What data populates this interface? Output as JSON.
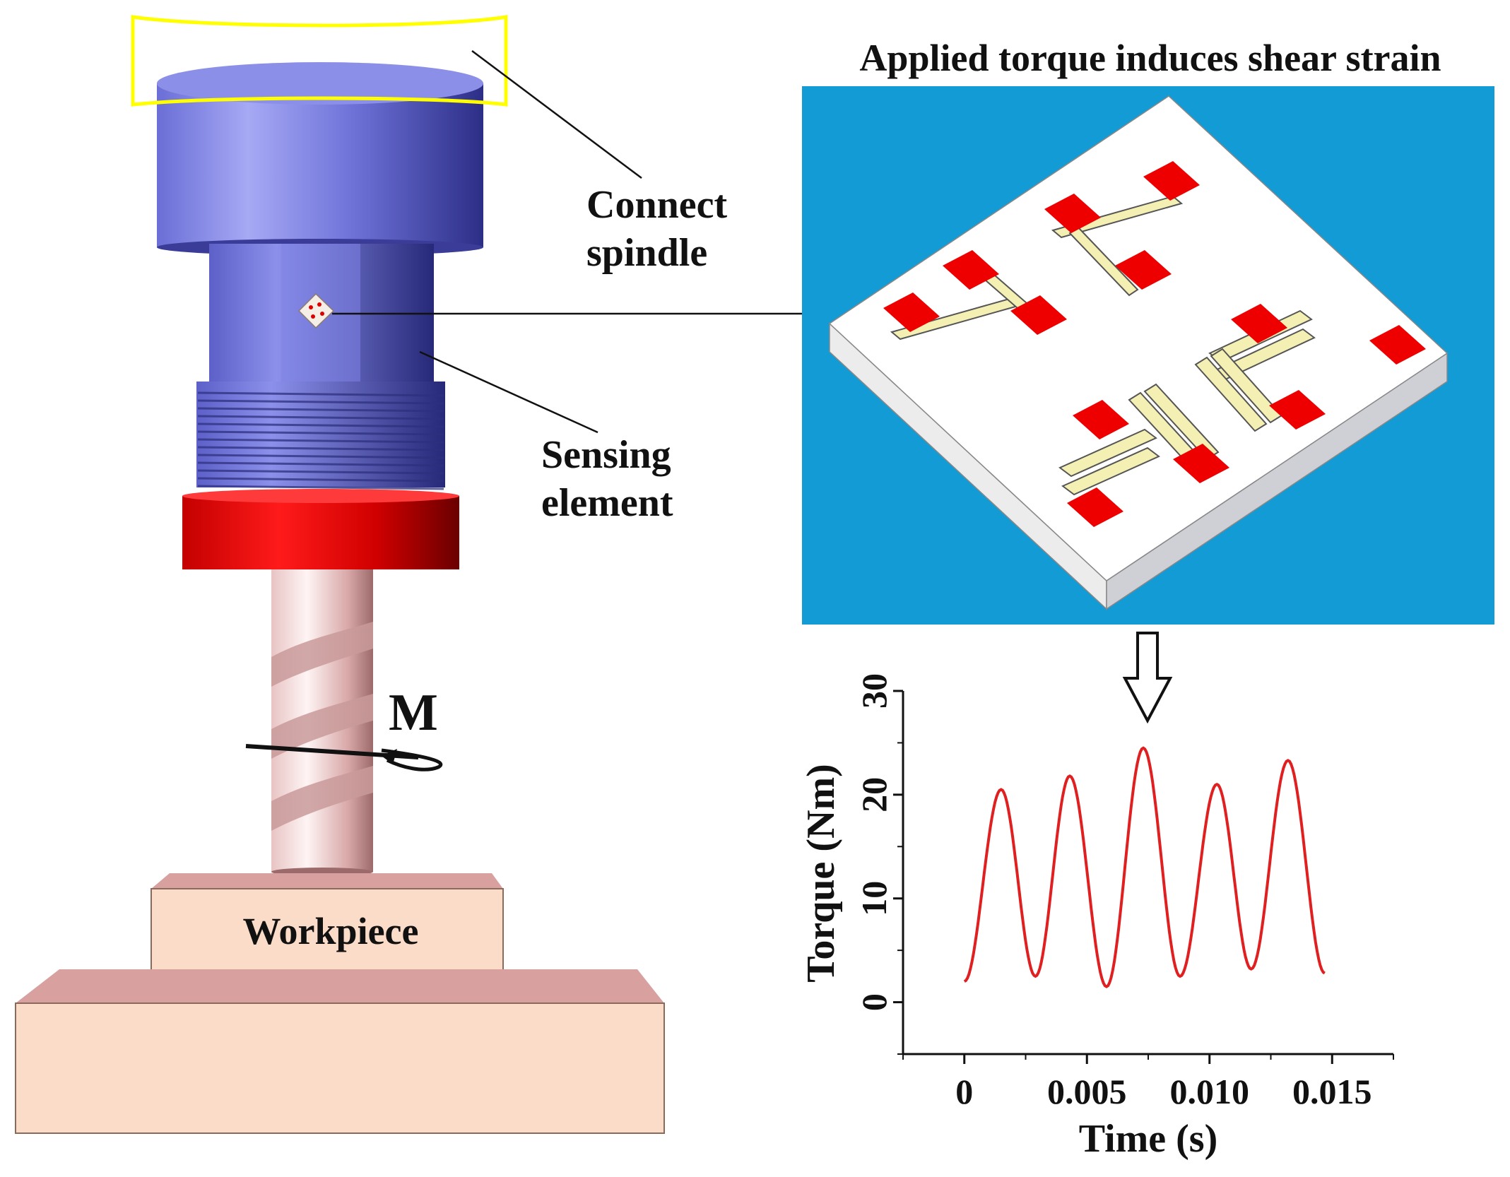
{
  "labels": {
    "title": "Applied torque induces shear strain",
    "connect_line1": "Connect",
    "connect_line2": "spindle",
    "sensing_line1": "Sensing",
    "sensing_line2": "element",
    "moment": "M",
    "workpiece": "Workpiece"
  },
  "colors": {
    "spindle_blue": "#7d80e0",
    "holder_red": "#e00000",
    "tool_pink": "#f3d3d3",
    "workpiece_tan": "#fbdcc8",
    "workpiece_top": "#d9a0a0",
    "panel_blue": "#139bd6",
    "pad_red": "#ee0000",
    "gauge_yellow": "#f4f0b4",
    "highlight_yellow": "#ffff00",
    "curve_red": "#e02020"
  },
  "chart_data": {
    "type": "line",
    "title": "",
    "xlabel": "Time (s)",
    "ylabel": "Torque (Nm)",
    "xlim": [
      -0.0025,
      0.0175
    ],
    "ylim": [
      -5,
      30
    ],
    "xticks": [
      0,
      0.005,
      0.01,
      0.015
    ],
    "xtick_labels": [
      "0",
      "0.005",
      "0.010",
      "0.015"
    ],
    "yticks": [
      0,
      10,
      20,
      30
    ],
    "ytick_labels": [
      "0",
      "10",
      "20",
      "30"
    ],
    "grid": false,
    "series": [
      {
        "name": "",
        "peaks": [
          {
            "x": 0.0015,
            "y": 20.5
          },
          {
            "x": 0.0043,
            "y": 21.8
          },
          {
            "x": 0.0073,
            "y": 24.5
          },
          {
            "x": 0.0103,
            "y": 21.0
          },
          {
            "x": 0.0132,
            "y": 23.3
          }
        ],
        "troughs": [
          {
            "x": 0.0,
            "y": 2.0
          },
          {
            "x": 0.0029,
            "y": 2.5
          },
          {
            "x": 0.0058,
            "y": 1.5
          },
          {
            "x": 0.0088,
            "y": 2.5
          },
          {
            "x": 0.0117,
            "y": 3.2
          },
          {
            "x": 0.0147,
            "y": 2.8
          }
        ]
      }
    ]
  }
}
